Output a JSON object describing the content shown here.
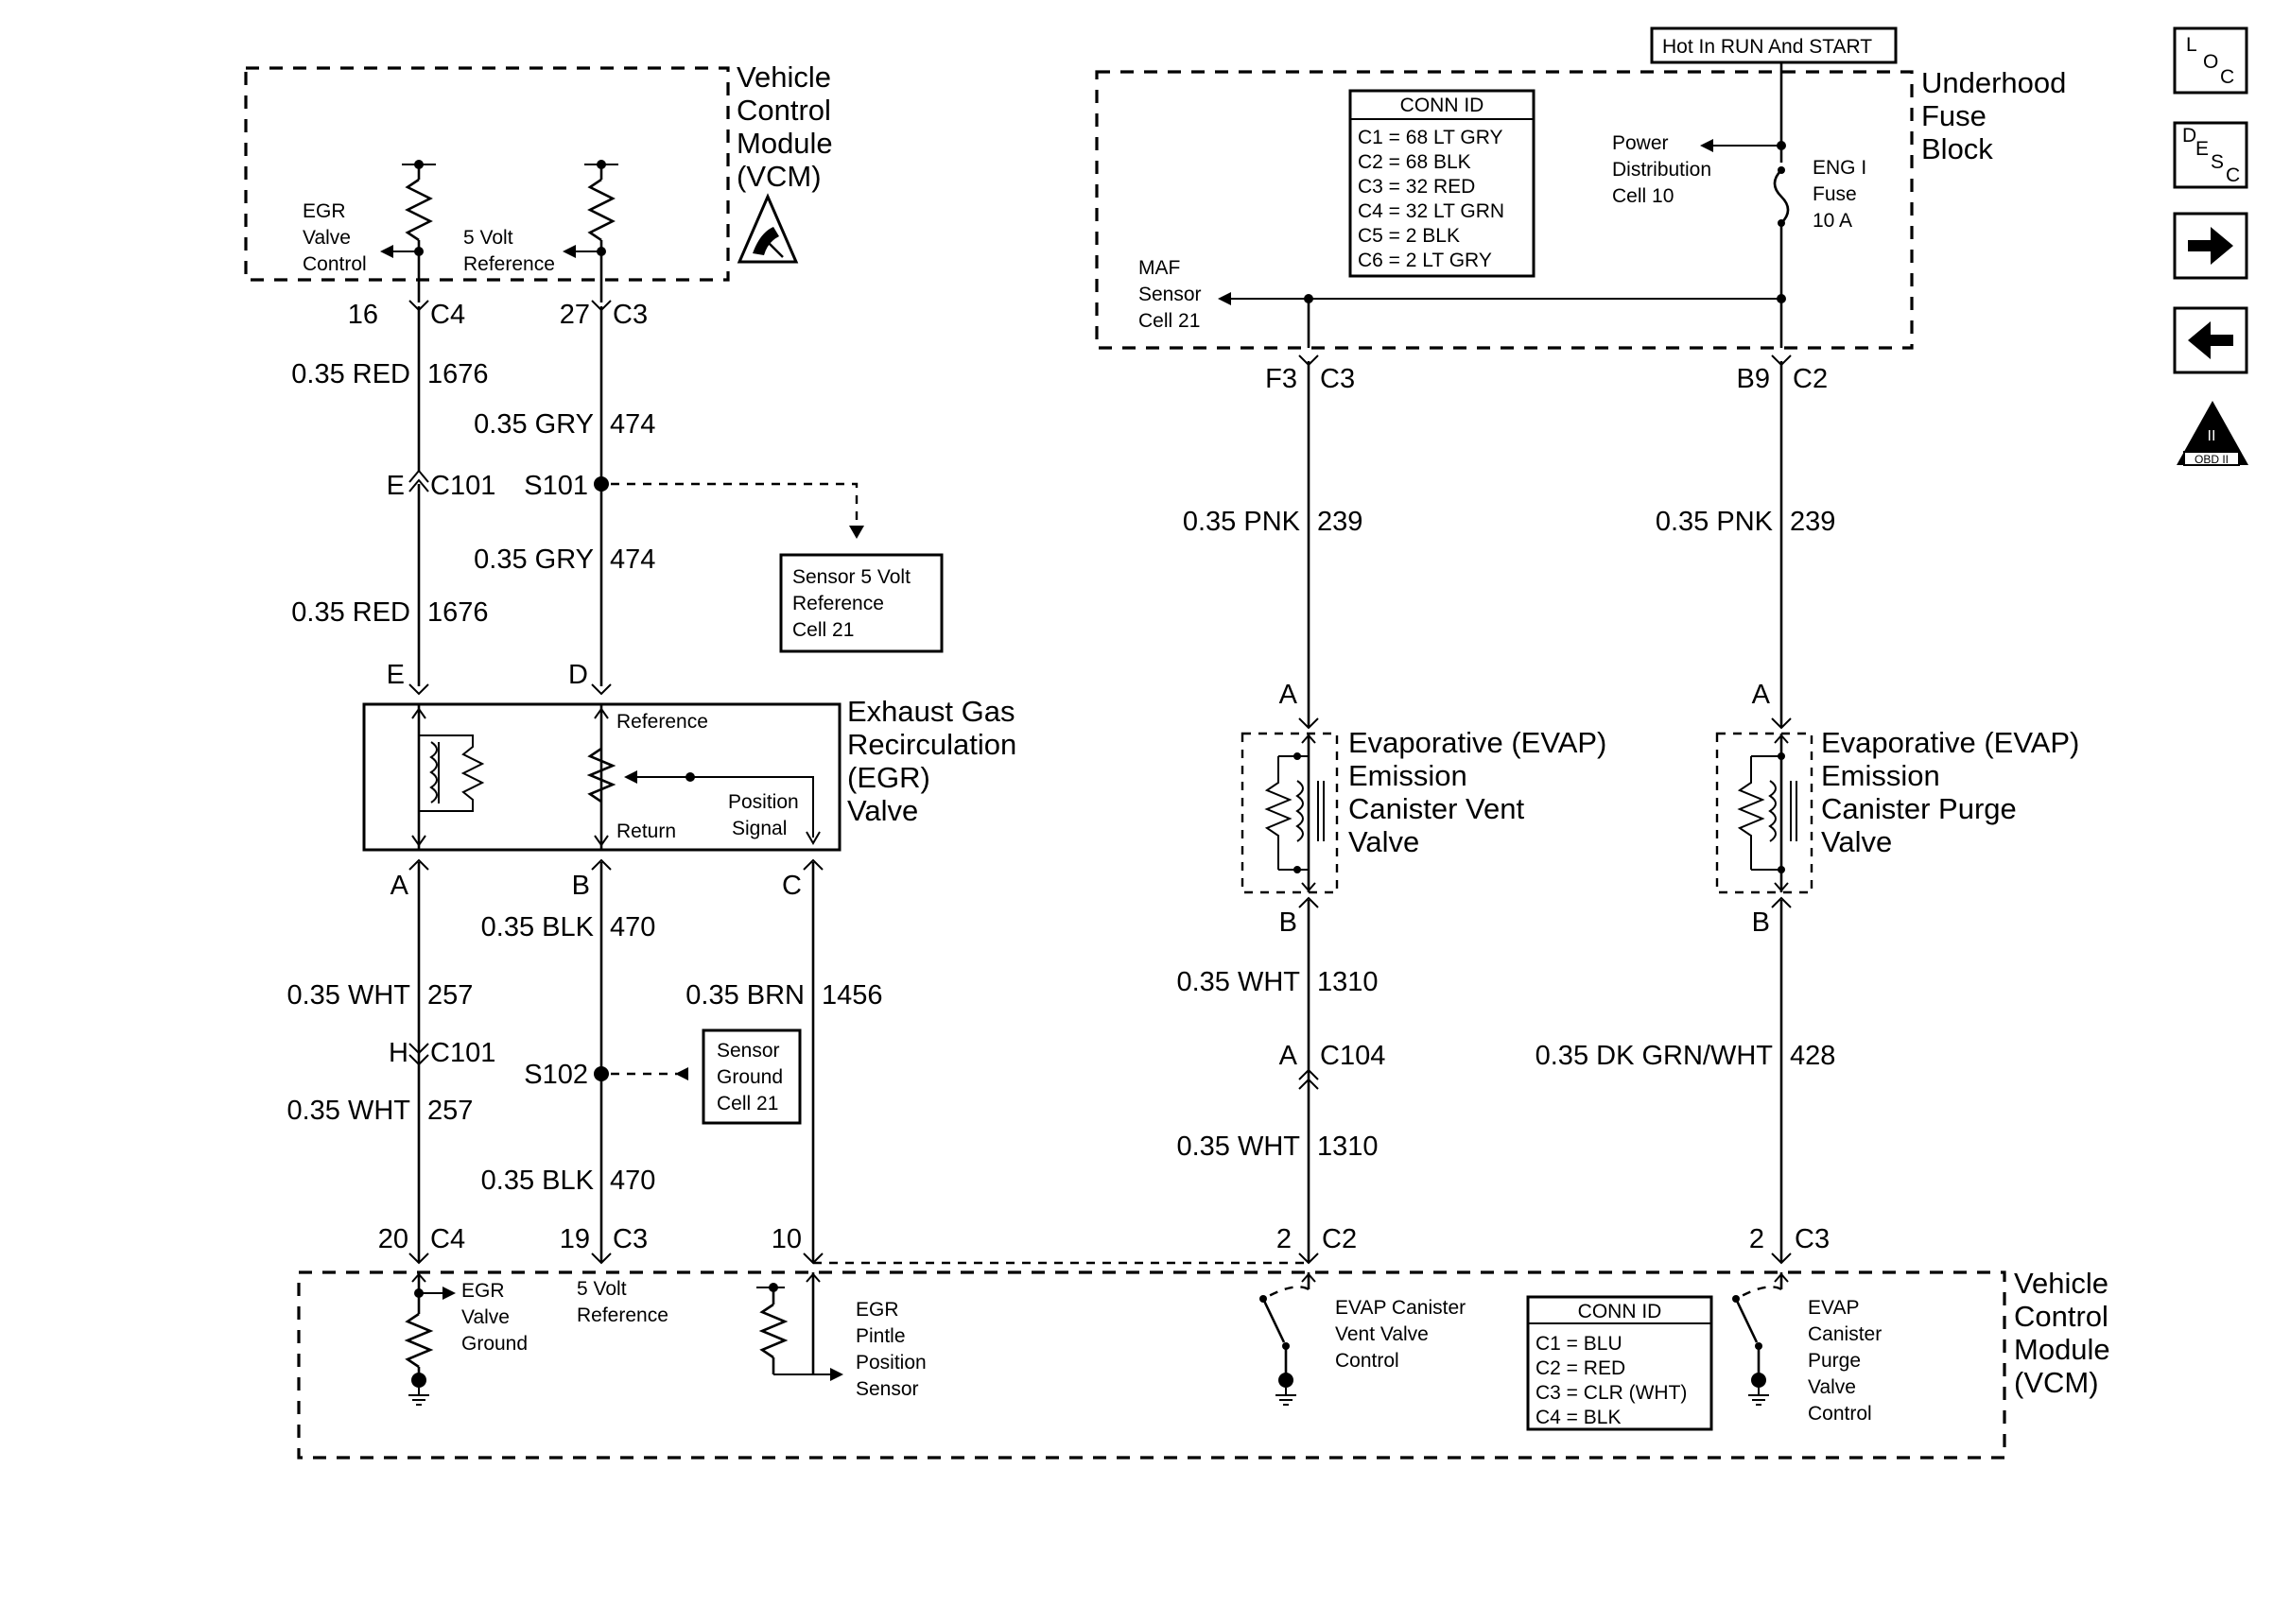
{
  "hot_box": "Hot In RUN And START",
  "vcm_top": {
    "l1": "Vehicle",
    "l2": "Control",
    "l3": "Module",
    "l4": "(VCM)",
    "egr_l1": "EGR",
    "egr_l2": "Valve",
    "egr_l3": "Control",
    "ref_l1": "5 Volt",
    "ref_l2": "Reference"
  },
  "fuse_block": {
    "l1": "Underhood",
    "l2": "Fuse",
    "l3": "Block",
    "pd_l1": "Power",
    "pd_l2": "Distribution",
    "pd_l3": "Cell 10",
    "fuse_l1": "ENG I",
    "fuse_l2": "Fuse",
    "fuse_l3": "10 A",
    "maf_l1": "MAF",
    "maf_l2": "Sensor",
    "maf_l3": "Cell 21"
  },
  "conn_id_top": {
    "title": "CONN ID",
    "rows": [
      "C1 = 68 LT GRY",
      "C2 = 68 BLK",
      "C3 = 32 RED",
      "C4 = 32 LT GRN",
      "C5 = 2 BLK",
      "C6 = 2 LT GRY"
    ]
  },
  "conn_id_bottom": {
    "title": "CONN ID",
    "rows": [
      "C1 = BLU",
      "C2 = RED",
      "C3 = CLR (WHT)",
      "C4 = BLK"
    ]
  },
  "egr_valve": {
    "l1": "Exhaust Gas",
    "l2": "Recirculation",
    "l3": "(EGR)",
    "l4": "Valve",
    "reference": "Reference",
    "return": "Return",
    "pos_l1": "Position",
    "pos_l2": "Signal"
  },
  "sensor_ref_box": {
    "l1": "Sensor 5 Volt",
    "l2": "Reference",
    "l3": "Cell 21"
  },
  "sensor_gnd_box": {
    "l1": "Sensor",
    "l2": "Ground",
    "l3": "Cell 21"
  },
  "evap_vent": {
    "l1": "Evaporative (EVAP)",
    "l2": "Emission",
    "l3": "Canister Vent",
    "l4": "Valve"
  },
  "evap_purge": {
    "l1": "Evaporative (EVAP)",
    "l2": "Emission",
    "l3": "Canister Purge",
    "l4": "Valve"
  },
  "vcm_bottom": {
    "l1": "Vehicle",
    "l2": "Control",
    "l3": "Module",
    "l4": "(VCM)",
    "egr_gnd_l1": "EGR",
    "egr_gnd_l2": "Valve",
    "egr_gnd_l3": "Ground",
    "ref_l1": "5 Volt",
    "ref_l2": "Reference",
    "pintle_l1": "EGR",
    "pintle_l2": "Pintle",
    "pintle_l3": "Position",
    "pintle_l4": "Sensor",
    "vent_l1": "EVAP Canister",
    "vent_l2": "Vent Valve",
    "vent_l3": "Control",
    "purge_l1": "EVAP",
    "purge_l2": "Canister",
    "purge_l3": "Purge",
    "purge_l4": "Valve",
    "purge_l5": "Control"
  },
  "pins": {
    "p16": "16",
    "c4a": "C4",
    "p27": "27",
    "c3a": "C3",
    "E1": "E",
    "c101a": "C101",
    "s101": "S101",
    "E2": "E",
    "D": "D",
    "A1": "A",
    "B1": "B",
    "C1": "C",
    "H": "H",
    "c101b": "C101",
    "s102": "S102",
    "p20": "20",
    "c4b": "C4",
    "p19": "19",
    "c3b": "C3",
    "p10": "10",
    "F3": "F3",
    "c3c": "C3",
    "B9": "B9",
    "c2a": "C2",
    "Av1": "A",
    "Ap1": "A",
    "Bv": "B",
    "Bp": "B",
    "Ac104": "A",
    "c104": "C104",
    "p2a": "2",
    "c2b": "C2",
    "p2b": "2",
    "c3d": "C3"
  },
  "wires": {
    "red_color": "0.35 RED",
    "red_circ": "1676",
    "gry_color": "0.35 GRY",
    "gry_circ": "474",
    "blk_color": "0.35 BLK",
    "blk_circ": "470",
    "wht_color": "0.35 WHT",
    "wht_circ": "257",
    "brn_color": "0.35 BRN",
    "brn_circ": "1456",
    "pnk_color": "0.35 PNK",
    "pnk_circ": "239",
    "wht2_color": "0.35 WHT",
    "wht2_circ": "1310",
    "dkgrn_color": "0.35 DK GRN/WHT",
    "dkgrn_circ": "428"
  },
  "nav": {
    "loc_l": "L",
    "loc_o": "O",
    "loc_c": "C",
    "desc_d": "D",
    "desc_e": "E",
    "desc_s": "S",
    "desc_c": "C",
    "obd_mark": "II",
    "obd_text": "OBD II"
  }
}
